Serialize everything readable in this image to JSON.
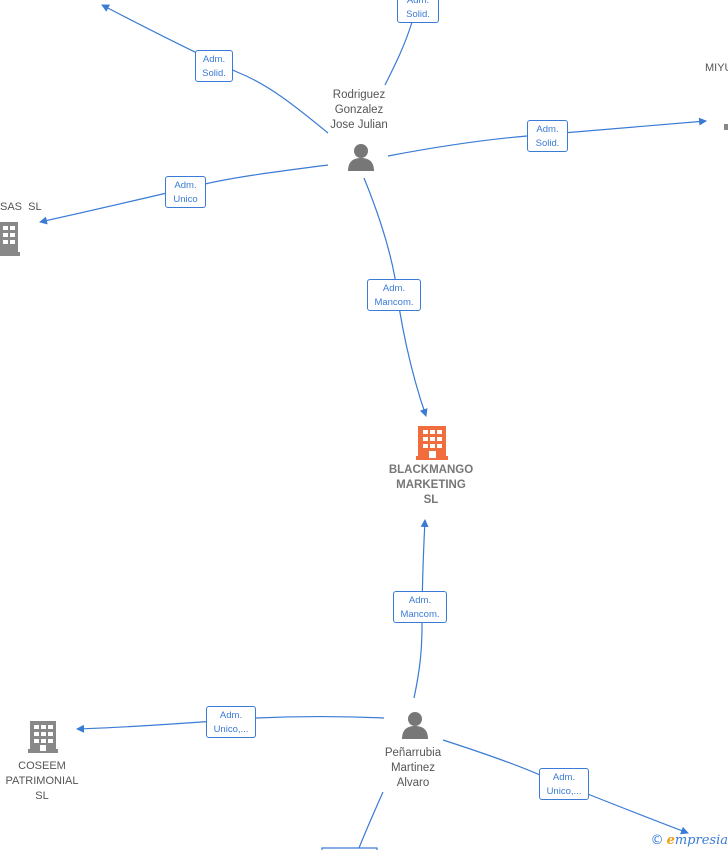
{
  "nodes": {
    "main_company": "BLACKMANGO\nMARKETING\nSL",
    "rodriguez": "Rodriguez\nGonzalez\nJose Julian",
    "penarrubia": "Peñarrubia\nMartinez\nAlvaro",
    "coseem": "COSEEM\nPATRIMONIAL\nSL",
    "sas": "SAS  SL",
    "miyu": "MIYU"
  },
  "edges": {
    "top_left_solid": [
      "Adm.",
      "Solid."
    ],
    "top_solid": [
      "Adm.",
      "Solid."
    ],
    "right_solid": [
      "Adm.",
      "Solid."
    ],
    "left_unico": [
      "Adm.",
      "Unico"
    ],
    "rod_mancom": [
      "Adm.",
      "Mancom."
    ],
    "pen_mancom": [
      "Adm.",
      "Mancom."
    ],
    "coseem_unico": [
      "Adm.",
      "Unico,..."
    ],
    "bottom_right_unico": [
      "Adm.",
      "Unico,..."
    ]
  },
  "brand": {
    "copyright": "©",
    "e_letter": "e",
    "rest": "mpresia"
  },
  "colors": {
    "edge": "#3a7bd5",
    "main_company_icon": "#f26d3d",
    "company_icon": "#888888",
    "person_icon": "#777777"
  }
}
